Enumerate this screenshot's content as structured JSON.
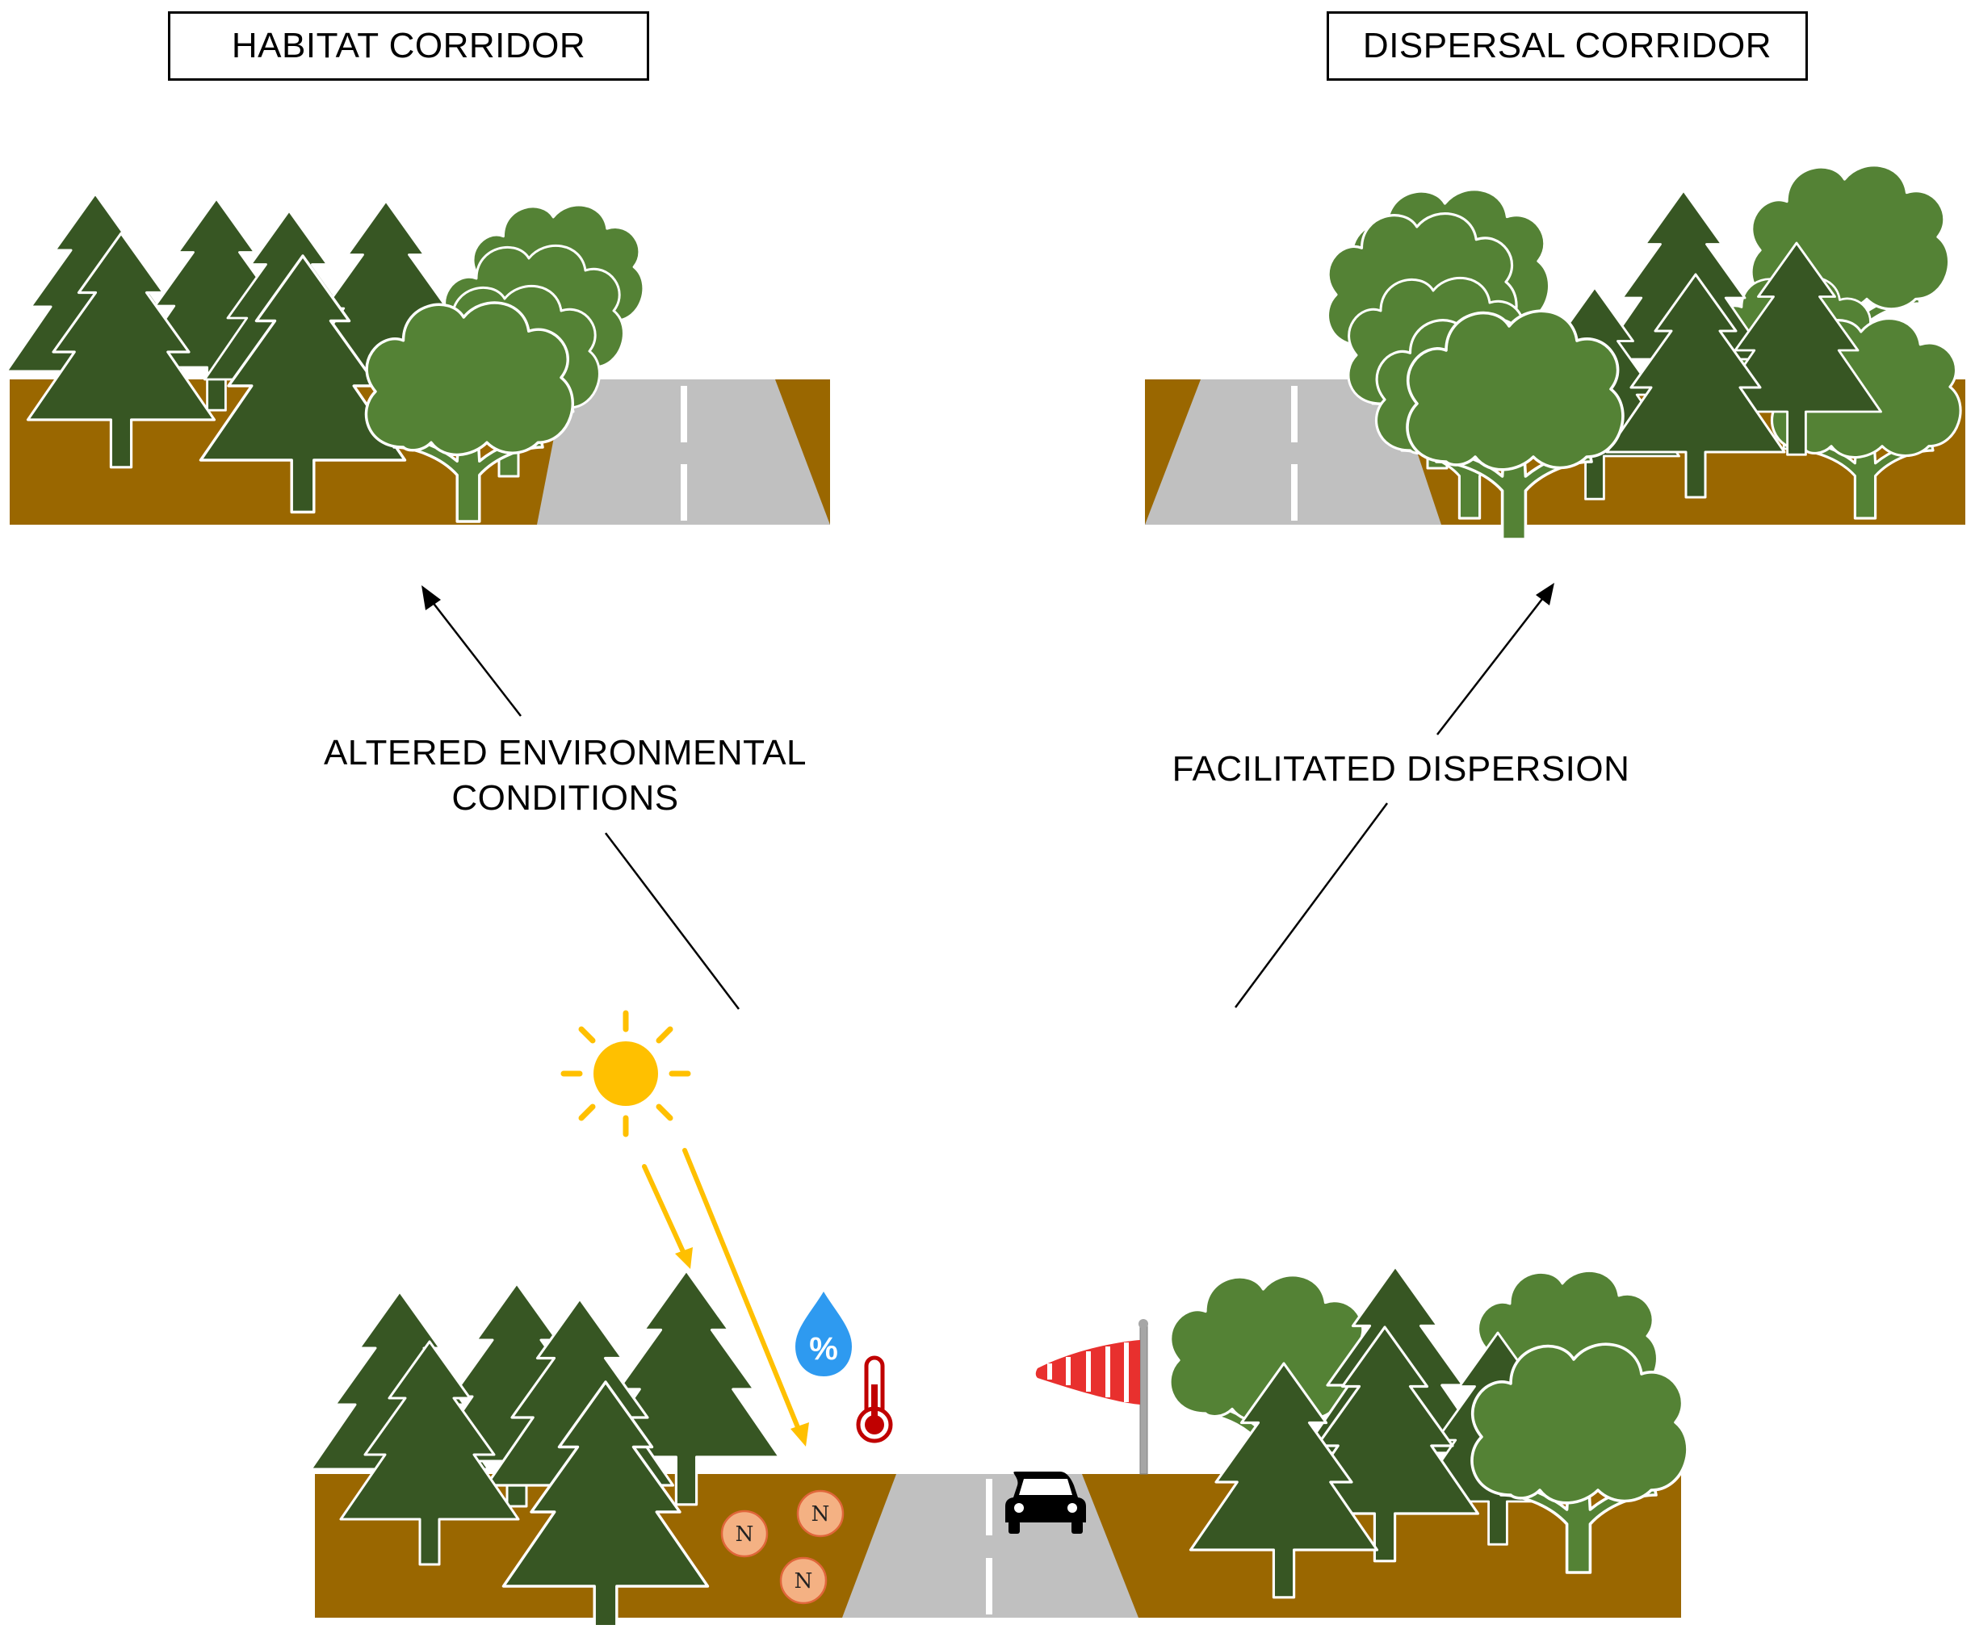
{
  "labels": {
    "habitat": "HABITAT CORRIDOR",
    "dispersal": "DISPERSAL CORRIDOR",
    "altered_line1": "ALTERED ENVIRONMENTAL",
    "altered_line2": "CONDITIONS",
    "facilitated": "FACILITATED DISPERSION"
  },
  "nutrient_symbol": "N",
  "humidity_symbol": "%",
  "colors": {
    "soil": "#9a6700",
    "road": "#c0c0c0",
    "road_marking": "#ffffff",
    "conifer": "#375623",
    "broadleaf": "#548235",
    "sun": "#ffc000",
    "nutrient_fill": "#f4b183",
    "nutrient_stroke": "#e0663a",
    "water_drop": "#2e9af0",
    "thermometer": "#c00000",
    "windsock": "#e8302e",
    "car": "#000000"
  }
}
